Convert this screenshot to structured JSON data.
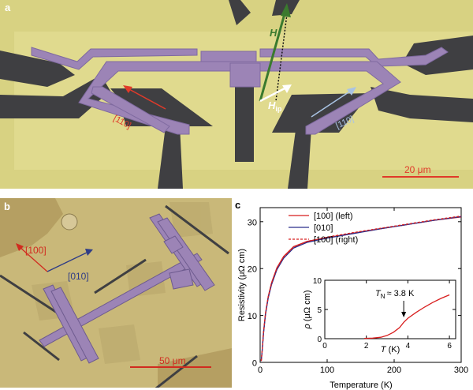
{
  "panel_a": {
    "letter": "a",
    "label_H": "H",
    "label_Hip_main": "H",
    "label_Hip_sub": "ip",
    "label_left_dir": "[110]",
    "label_right_dir": "[110]",
    "scale_bar": "20 μm",
    "colors": {
      "background": "#d8d282",
      "structure": "#9c84b6",
      "trench": "#3f3f42",
      "H_arrow": "#3a7a2e",
      "left_arrow": "#e03a2a",
      "right_arrow": "#a9c3e3"
    }
  },
  "panel_b": {
    "letter": "b",
    "label_100": "[100]",
    "label_010": "[010]",
    "scale_bar": "50 μm",
    "colors": {
      "background": "#c9b879",
      "structure": "#9c84b6",
      "arrow_100": "#d12b1f",
      "arrow_010": "#2f3c86"
    }
  },
  "panel_c": {
    "letter": "c",
    "chart_data": [
      {
        "type": "line",
        "xlabel": "Temperature (K)",
        "ylabel": "Resistivity (μΩ cm)",
        "xlim": [
          0,
          300
        ],
        "ylim": [
          0,
          33
        ],
        "xticks": [
          0,
          100,
          200,
          300
        ],
        "yticks": [
          0,
          10,
          20,
          30
        ],
        "legend_position": "top-left",
        "series": [
          {
            "name": "[100] (left)",
            "color": "#d81e1e",
            "style": "solid",
            "x": [
              1.7,
              3,
              5,
              8,
              12,
              17,
              25,
              35,
              50,
              70,
              100,
              140,
              180,
              220,
              260,
              300
            ],
            "y": [
              0.3,
              2.5,
              6.5,
              10.5,
              14.0,
              17.0,
              20.2,
              22.6,
              24.7,
              25.8,
              26.6,
              27.6,
              28.5,
              29.4,
              30.3,
              31.0
            ]
          },
          {
            "name": "[010]",
            "color": "#2a2d8a",
            "style": "solid",
            "x": [
              1.7,
              3,
              5,
              8,
              12,
              17,
              25,
              35,
              50,
              70,
              100,
              140,
              180,
              220,
              260,
              300
            ],
            "y": [
              0.3,
              2.3,
              6.2,
              10.2,
              13.7,
              16.6,
              19.8,
              22.2,
              24.4,
              25.6,
              26.5,
              27.5,
              28.5,
              29.4,
              30.3,
              31.1
            ]
          },
          {
            "name": "[100] (right)",
            "color": "#d81e1e",
            "style": "dashed",
            "x": [
              1.7,
              3,
              5,
              8,
              12,
              17,
              25,
              35,
              50,
              70,
              100,
              140,
              180,
              220,
              260,
              300
            ],
            "y": [
              0.3,
              2.4,
              6.4,
              10.4,
              13.9,
              16.9,
              20.1,
              22.5,
              24.6,
              25.8,
              26.7,
              27.7,
              28.6,
              29.5,
              30.4,
              31.2
            ]
          }
        ]
      },
      {
        "type": "line",
        "xlabel_var": "T",
        "xlabel_unit": "(K)",
        "ylabel_var": "ρ",
        "ylabel_unit": "(μΩ cm)",
        "xlim": [
          0,
          6.3
        ],
        "ylim": [
          0,
          10
        ],
        "xticks": [
          0,
          2,
          4,
          6
        ],
        "yticks": [
          0,
          5,
          10
        ],
        "annotation_var": "T",
        "annotation_sub": "N",
        "annotation_value": "≈ 3.8 K",
        "annotation_x": 3.8,
        "series": [
          {
            "color": "#d81e1e",
            "style": "solid",
            "x": [
              1.9,
              2.3,
              2.7,
              3.0,
              3.3,
              3.6,
              3.8,
              4.0,
              4.4,
              4.8,
              5.2,
              5.6,
              6.0
            ],
            "y": [
              0.05,
              0.1,
              0.25,
              0.55,
              1.1,
              1.9,
              2.8,
              3.5,
              4.5,
              5.4,
              6.2,
              6.9,
              7.5
            ]
          }
        ]
      }
    ]
  }
}
